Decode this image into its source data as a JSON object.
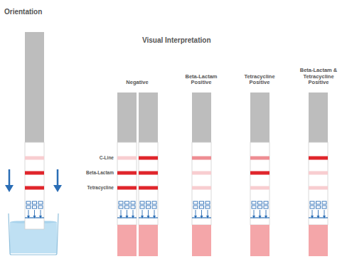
{
  "diagram": {
    "labels": [
      "Orientation",
      "Visual Interpretation",
      "Negative",
      "Beta-Lactam Positive",
      "Tetracycline Positive",
      "Beta-Lactam & Tetracycline Positive",
      "C-Line",
      "Beta-Lactam",
      "Tetracycline"
    ]
  }
}
